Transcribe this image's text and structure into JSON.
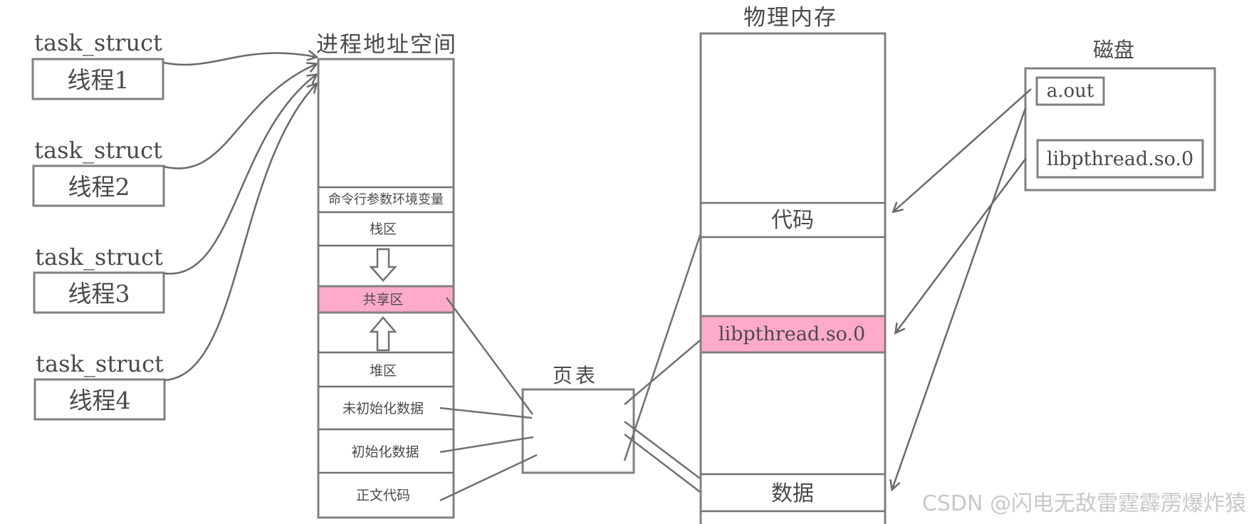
{
  "threads": [
    {
      "struct_label": "task_struct",
      "name": "线程1"
    },
    {
      "struct_label": "task_struct",
      "name": "线程2"
    },
    {
      "struct_label": "task_struct",
      "name": "线程3"
    },
    {
      "struct_label": "task_struct",
      "name": "线程4"
    }
  ],
  "address_space": {
    "title": "进程地址空间",
    "cmdline_env": "命令行参数环境变量",
    "stack": "栈区",
    "shared": "共享区",
    "heap": "堆区",
    "bss": "未初始化数据",
    "data": "初始化数据",
    "text": "正文代码"
  },
  "page_table": {
    "title": "页表"
  },
  "physical_memory": {
    "title": "物理内存",
    "code": "代码",
    "lib": "libpthread.so.0",
    "data": "数据"
  },
  "disk": {
    "title": "磁盘",
    "aout": "a.out",
    "lib": "libpthread.so.0"
  },
  "watermark": "CSDN @闪电无敌雷霆霹雳爆炸猿",
  "colors": {
    "pink": "#ffaacc",
    "border": "#808080",
    "text": "#4a4a4a"
  }
}
